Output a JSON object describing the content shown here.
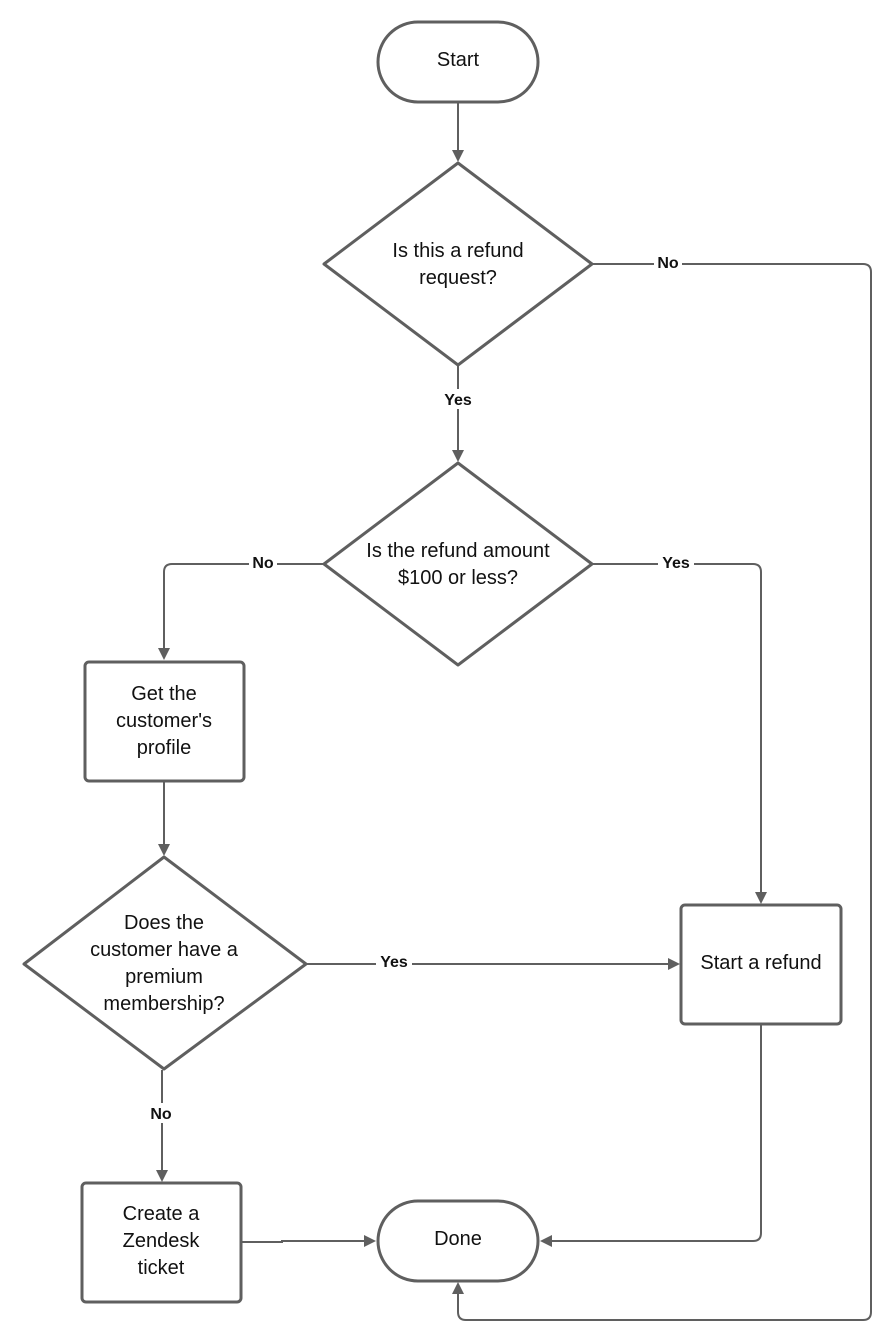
{
  "flowchart": {
    "nodes": {
      "start": {
        "text": "Start"
      },
      "refund_request": {
        "line1": "Is this a refund",
        "line2": "request?"
      },
      "refund_amount": {
        "line1": "Is the refund amount",
        "line2": "$100 or less?"
      },
      "customer_profile": {
        "line1": "Get the",
        "line2": "customer's",
        "line3": "profile"
      },
      "premium_membership": {
        "line1": "Does the",
        "line2": "customer have a",
        "line3": "premium",
        "line4": "membership?"
      },
      "start_refund": {
        "text": "Start a refund"
      },
      "zendesk_ticket": {
        "line1": "Create a",
        "line2": "Zendesk",
        "line3": "ticket"
      },
      "done": {
        "text": "Done"
      }
    },
    "edges": {
      "refund_request_no": "No",
      "refund_request_yes": "Yes",
      "refund_amount_no": "No",
      "refund_amount_yes": "Yes",
      "premium_yes": "Yes",
      "premium_no": "No"
    }
  },
  "colors": {
    "stroke": "#5f5f5f",
    "text": "#111111",
    "background": "#ffffff"
  }
}
